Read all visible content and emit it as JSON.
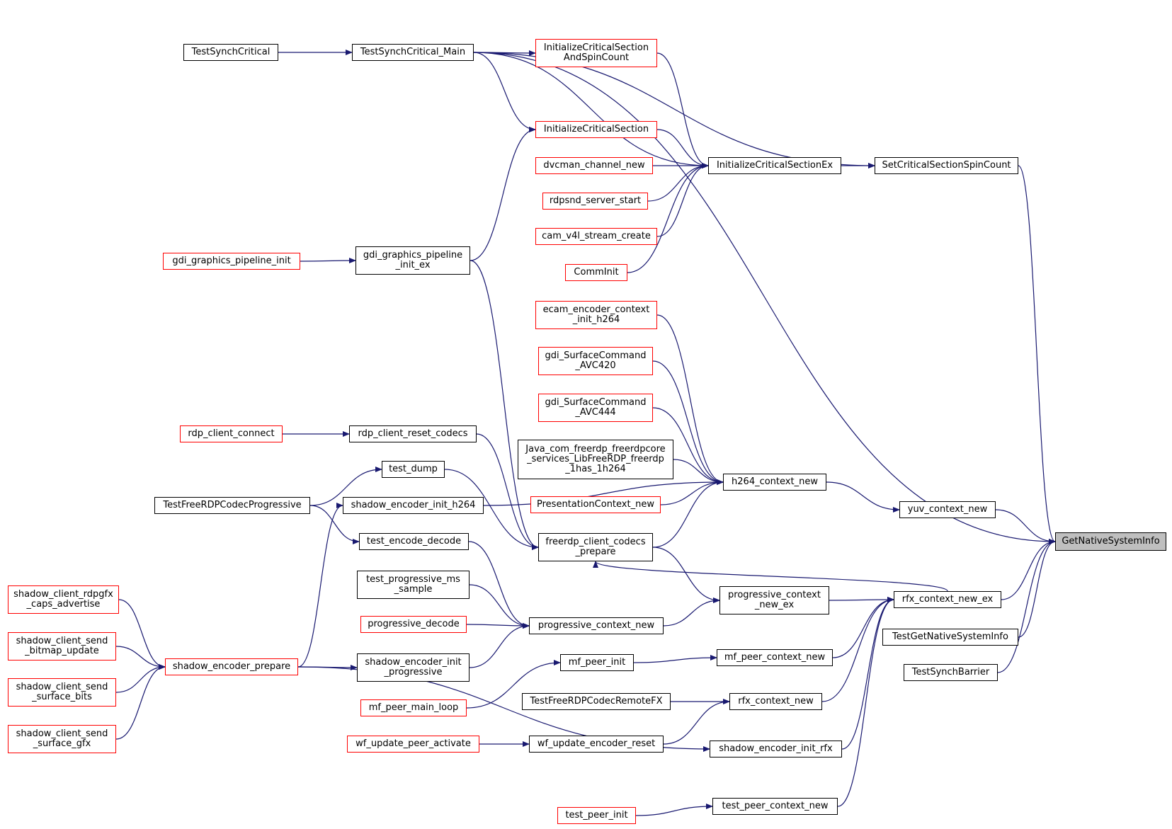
{
  "colors": {
    "edge": "#191970",
    "node_border": "#000000",
    "external_border": "#ff0000",
    "selected_fill": "#bfbfbf",
    "background": "#ffffff"
  },
  "diagram": {
    "type": "doxygen-caller-graph",
    "root": "GetNativeSystemInfo",
    "nodes": {
      "GetNativeSystemInfo": {
        "label": "GetNativeSystemInfo",
        "style": "selected"
      },
      "TestSynchCritical": {
        "label": "TestSynchCritical",
        "style": "normal"
      },
      "TestSynchCritical_Main": {
        "label": "TestSynchCritical_Main",
        "style": "normal"
      },
      "InitializeCriticalSectionAndSpinCount": {
        "label": "InitializeCriticalSection\nAndSpinCount",
        "style": "external"
      },
      "InitializeCriticalSection": {
        "label": "InitializeCriticalSection",
        "style": "external"
      },
      "dvcman_channel_new": {
        "label": "dvcman_channel_new",
        "style": "external"
      },
      "InitializeCriticalSectionEx": {
        "label": "InitializeCriticalSectionEx",
        "style": "normal"
      },
      "SetCriticalSectionSpinCount": {
        "label": "SetCriticalSectionSpinCount",
        "style": "normal"
      },
      "rdpsnd_server_start": {
        "label": "rdpsnd_server_start",
        "style": "external"
      },
      "cam_v4l_stream_create": {
        "label": "cam_v4l_stream_create",
        "style": "external"
      },
      "CommInit": {
        "label": "CommInit",
        "style": "external"
      },
      "gdi_graphics_pipeline_init": {
        "label": "gdi_graphics_pipeline_init",
        "style": "external"
      },
      "gdi_graphics_pipeline_init_ex": {
        "label": "gdi_graphics_pipeline\n_init_ex",
        "style": "normal"
      },
      "ecam_encoder_context_init_h264": {
        "label": "ecam_encoder_context\n_init_h264",
        "style": "external"
      },
      "gdi_SurfaceCommand_AVC420": {
        "label": "gdi_SurfaceCommand\n_AVC420",
        "style": "external"
      },
      "gdi_SurfaceCommand_AVC444": {
        "label": "gdi_SurfaceCommand\n_AVC444",
        "style": "external"
      },
      "Java_has_h264": {
        "label": "Java_com_freerdp_freerdpcore\n_services_LibFreeRDP_freerdp\n_1has_1h264",
        "style": "normal"
      },
      "h264_context_new": {
        "label": "h264_context_new",
        "style": "normal"
      },
      "PresentationContext_new": {
        "label": "PresentationContext_new",
        "style": "external"
      },
      "rdp_client_connect": {
        "label": "rdp_client_connect",
        "style": "external"
      },
      "rdp_client_reset_codecs": {
        "label": "rdp_client_reset_codecs",
        "style": "normal"
      },
      "test_dump": {
        "label": "test_dump",
        "style": "normal"
      },
      "TestFreeRDPCodecProgressive": {
        "label": "TestFreeRDPCodecProgressive",
        "style": "normal"
      },
      "shadow_encoder_init_h264": {
        "label": "shadow_encoder_init_h264",
        "style": "normal"
      },
      "test_encode_decode": {
        "label": "test_encode_decode",
        "style": "normal"
      },
      "freerdp_client_codecs_prepare": {
        "label": "freerdp_client_codecs\n_prepare",
        "style": "normal"
      },
      "yuv_context_new": {
        "label": "yuv_context_new",
        "style": "normal"
      },
      "test_progressive_ms_sample": {
        "label": "test_progressive_ms\n_sample",
        "style": "normal"
      },
      "progressive_context_new_ex": {
        "label": "progressive_context\n_new_ex",
        "style": "normal"
      },
      "rfx_context_new_ex": {
        "label": "rfx_context_new_ex",
        "style": "normal"
      },
      "progressive_decode": {
        "label": "progressive_decode",
        "style": "external"
      },
      "progressive_context_new": {
        "label": "progressive_context_new",
        "style": "normal"
      },
      "TestGetNativeSystemInfo": {
        "label": "TestGetNativeSystemInfo",
        "style": "normal"
      },
      "shadow_client_rdpgfx_caps_advertise": {
        "label": "shadow_client_rdpgfx\n_caps_advertise",
        "style": "external"
      },
      "shadow_client_send_bitmap_update": {
        "label": "shadow_client_send\n_bitmap_update",
        "style": "external"
      },
      "shadow_encoder_prepare": {
        "label": "shadow_encoder_prepare",
        "style": "external"
      },
      "shadow_encoder_init_progressive": {
        "label": "shadow_encoder_init\n_progressive",
        "style": "normal"
      },
      "mf_peer_init": {
        "label": "mf_peer_init",
        "style": "normal"
      },
      "mf_peer_context_new": {
        "label": "mf_peer_context_new",
        "style": "normal"
      },
      "TestSynchBarrier": {
        "label": "TestSynchBarrier",
        "style": "normal"
      },
      "shadow_client_send_surface_bits": {
        "label": "shadow_client_send\n_surface_bits",
        "style": "external"
      },
      "mf_peer_main_loop": {
        "label": "mf_peer_main_loop",
        "style": "external"
      },
      "TestFreeRDPCodecRemoteFX": {
        "label": "TestFreeRDPCodecRemoteFX",
        "style": "normal"
      },
      "rfx_context_new": {
        "label": "rfx_context_new",
        "style": "normal"
      },
      "shadow_client_send_surface_gfx": {
        "label": "shadow_client_send\n_surface_gfx",
        "style": "external"
      },
      "wf_update_peer_activate": {
        "label": "wf_update_peer_activate",
        "style": "external"
      },
      "wf_update_encoder_reset": {
        "label": "wf_update_encoder_reset",
        "style": "normal"
      },
      "shadow_encoder_init_rfx": {
        "label": "shadow_encoder_init_rfx",
        "style": "normal"
      },
      "test_peer_init": {
        "label": "test_peer_init",
        "style": "external"
      },
      "test_peer_context_new": {
        "label": "test_peer_context_new",
        "style": "normal"
      }
    },
    "edges": [
      [
        "TestSynchCritical",
        "TestSynchCritical_Main"
      ],
      [
        "TestSynchCritical_Main",
        "InitializeCriticalSectionAndSpinCount"
      ],
      [
        "TestSynchCritical_Main",
        "InitializeCriticalSection"
      ],
      [
        "TestSynchCritical_Main",
        "InitializeCriticalSectionEx"
      ],
      [
        "TestSynchCritical_Main",
        "SetCriticalSectionSpinCount"
      ],
      [
        "TestSynchCritical_Main",
        "GetNativeSystemInfo"
      ],
      [
        "InitializeCriticalSectionAndSpinCount",
        "InitializeCriticalSectionEx"
      ],
      [
        "InitializeCriticalSection",
        "InitializeCriticalSectionEx"
      ],
      [
        "dvcman_channel_new",
        "InitializeCriticalSectionEx"
      ],
      [
        "rdpsnd_server_start",
        "InitializeCriticalSectionEx"
      ],
      [
        "cam_v4l_stream_create",
        "InitializeCriticalSectionEx"
      ],
      [
        "CommInit",
        "InitializeCriticalSectionEx"
      ],
      [
        "InitializeCriticalSectionEx",
        "SetCriticalSectionSpinCount"
      ],
      [
        "SetCriticalSectionSpinCount",
        "GetNativeSystemInfo"
      ],
      [
        "gdi_graphics_pipeline_init",
        "gdi_graphics_pipeline_init_ex"
      ],
      [
        "gdi_graphics_pipeline_init_ex",
        "InitializeCriticalSection"
      ],
      [
        "gdi_graphics_pipeline_init_ex",
        "freerdp_client_codecs_prepare"
      ],
      [
        "ecam_encoder_context_init_h264",
        "h264_context_new"
      ],
      [
        "gdi_SurfaceCommand_AVC420",
        "h264_context_new"
      ],
      [
        "gdi_SurfaceCommand_AVC444",
        "h264_context_new"
      ],
      [
        "Java_has_h264",
        "h264_context_new"
      ],
      [
        "PresentationContext_new",
        "h264_context_new"
      ],
      [
        "freerdp_client_codecs_prepare",
        "h264_context_new"
      ],
      [
        "shadow_encoder_init_h264",
        "h264_context_new"
      ],
      [
        "h264_context_new",
        "yuv_context_new"
      ],
      [
        "yuv_context_new",
        "GetNativeSystemInfo"
      ],
      [
        "rdp_client_connect",
        "rdp_client_reset_codecs"
      ],
      [
        "rdp_client_reset_codecs",
        "freerdp_client_codecs_prepare"
      ],
      [
        "test_dump",
        "freerdp_client_codecs_prepare"
      ],
      [
        "TestFreeRDPCodecProgressive",
        "test_dump"
      ],
      [
        "TestFreeRDPCodecProgressive",
        "test_encode_decode"
      ],
      [
        "test_encode_decode",
        "progressive_context_new"
      ],
      [
        "test_progressive_ms_sample",
        "progressive_context_new"
      ],
      [
        "progressive_decode",
        "progressive_context_new"
      ],
      [
        "shadow_encoder_init_progressive",
        "progressive_context_new"
      ],
      [
        "progressive_context_new",
        "progressive_context_new_ex"
      ],
      [
        "freerdp_client_codecs_prepare",
        "progressive_context_new_ex"
      ],
      [
        "progressive_context_new_ex",
        "rfx_context_new_ex"
      ],
      [
        "rfx_context_new_ex",
        "freerdp_client_codecs_prepare"
      ],
      [
        "rfx_context_new_ex",
        "GetNativeSystemInfo"
      ],
      [
        "TestGetNativeSystemInfo",
        "GetNativeSystemInfo"
      ],
      [
        "TestSynchBarrier",
        "GetNativeSystemInfo"
      ],
      [
        "shadow_client_rdpgfx_caps_advertise",
        "shadow_encoder_prepare"
      ],
      [
        "shadow_client_send_bitmap_update",
        "shadow_encoder_prepare"
      ],
      [
        "shadow_client_send_surface_bits",
        "shadow_encoder_prepare"
      ],
      [
        "shadow_client_send_surface_gfx",
        "shadow_encoder_prepare"
      ],
      [
        "shadow_encoder_prepare",
        "shadow_encoder_init_h264"
      ],
      [
        "shadow_encoder_prepare",
        "shadow_encoder_init_progressive"
      ],
      [
        "shadow_encoder_prepare",
        "shadow_encoder_init_rfx"
      ],
      [
        "mf_peer_main_loop",
        "mf_peer_init"
      ],
      [
        "mf_peer_init",
        "mf_peer_context_new"
      ],
      [
        "mf_peer_context_new",
        "rfx_context_new_ex"
      ],
      [
        "TestFreeRDPCodecRemoteFX",
        "rfx_context_new"
      ],
      [
        "wf_update_encoder_reset",
        "rfx_context_new"
      ],
      [
        "rfx_context_new",
        "rfx_context_new_ex"
      ],
      [
        "wf_update_peer_activate",
        "wf_update_encoder_reset"
      ],
      [
        "shadow_encoder_init_rfx",
        "rfx_context_new_ex"
      ],
      [
        "test_peer_init",
        "test_peer_context_new"
      ],
      [
        "test_peer_context_new",
        "rfx_context_new_ex"
      ]
    ]
  }
}
